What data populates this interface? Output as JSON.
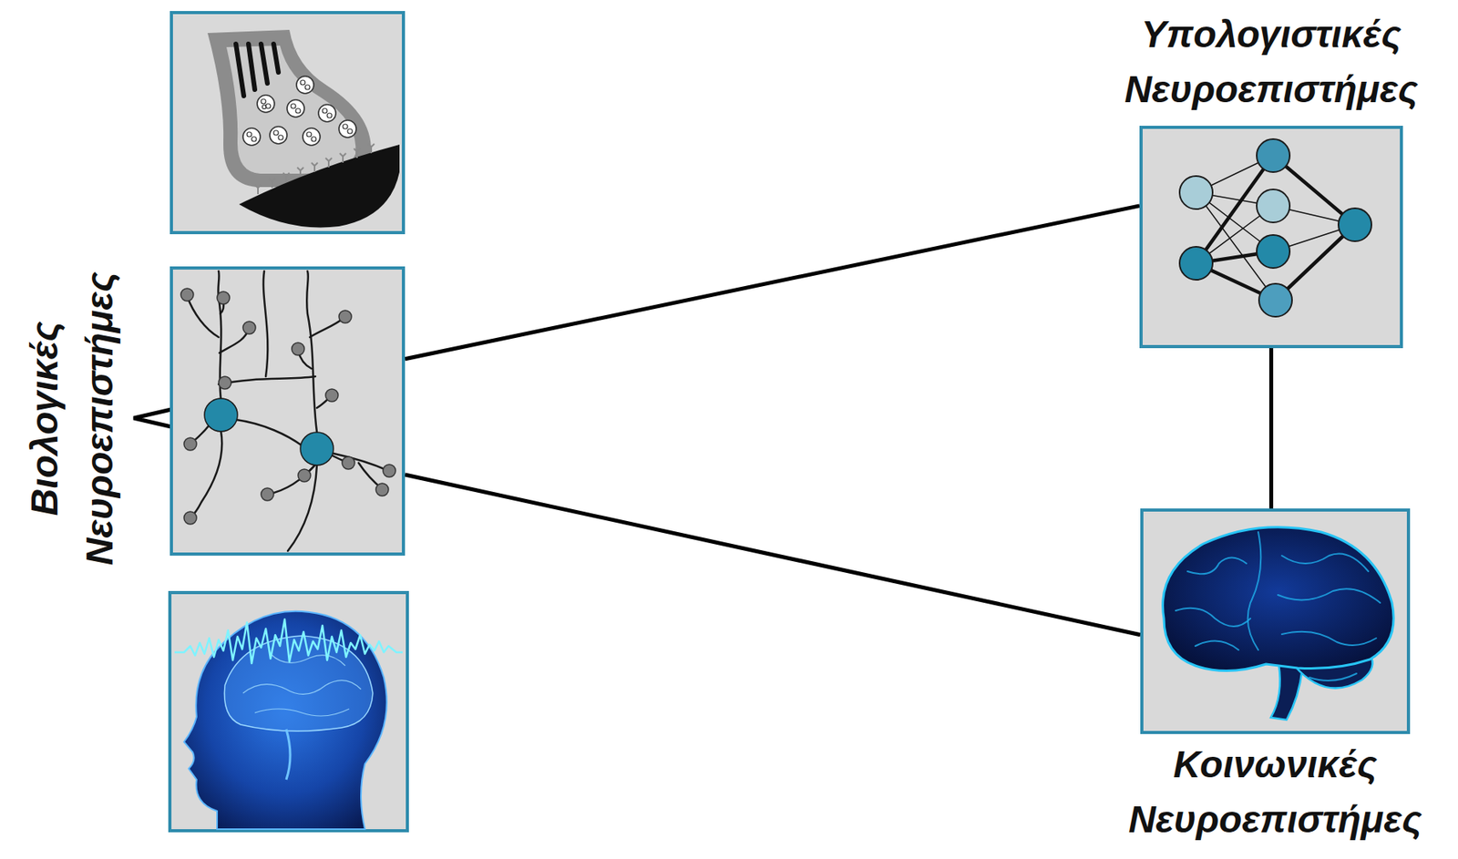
{
  "diagram": {
    "nodes": [
      {
        "text": [
          "Βιολογικές Νευροεπιστήμες"
        ]
      },
      {
        "text": [
          "Υπολογιστικές Νευροεπιστήμες"
        ]
      },
      {
        "text": [
          "Κοινωνικές Νευροεπιστήμες"
        ]
      }
    ],
    "edges": [
      {
        "from": 0,
        "to": 1,
        "arrow": "none"
      },
      {
        "from": 0,
        "to": 2,
        "arrow": "none"
      },
      {
        "from": 1,
        "to": 2,
        "arrow": "none"
      }
    ]
  }
}
